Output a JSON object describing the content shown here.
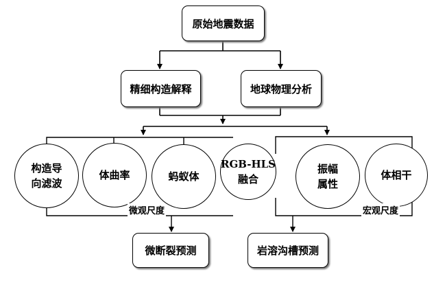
{
  "boxes": {
    "raw_data": "原始地震数据",
    "fine_structure": "精细构造解释",
    "geophysics": "地球物理分析",
    "micro_fracture": "微断裂预测",
    "karst_trough": "岩溶沟槽预测"
  },
  "circles": {
    "structure_filter_line1": "构造导",
    "structure_filter_line2": "向滤波",
    "curvature": "体曲率",
    "ant_body": "蚂蚁体",
    "rgb_hls_line1": "RGB-HLS",
    "rgb_hls_line2": "融合",
    "amplitude_line1": "振幅",
    "amplitude_line2": "属性",
    "coherence": "体相干"
  },
  "scales": {
    "micro": "微观尺度",
    "macro": "宏观尺度"
  }
}
